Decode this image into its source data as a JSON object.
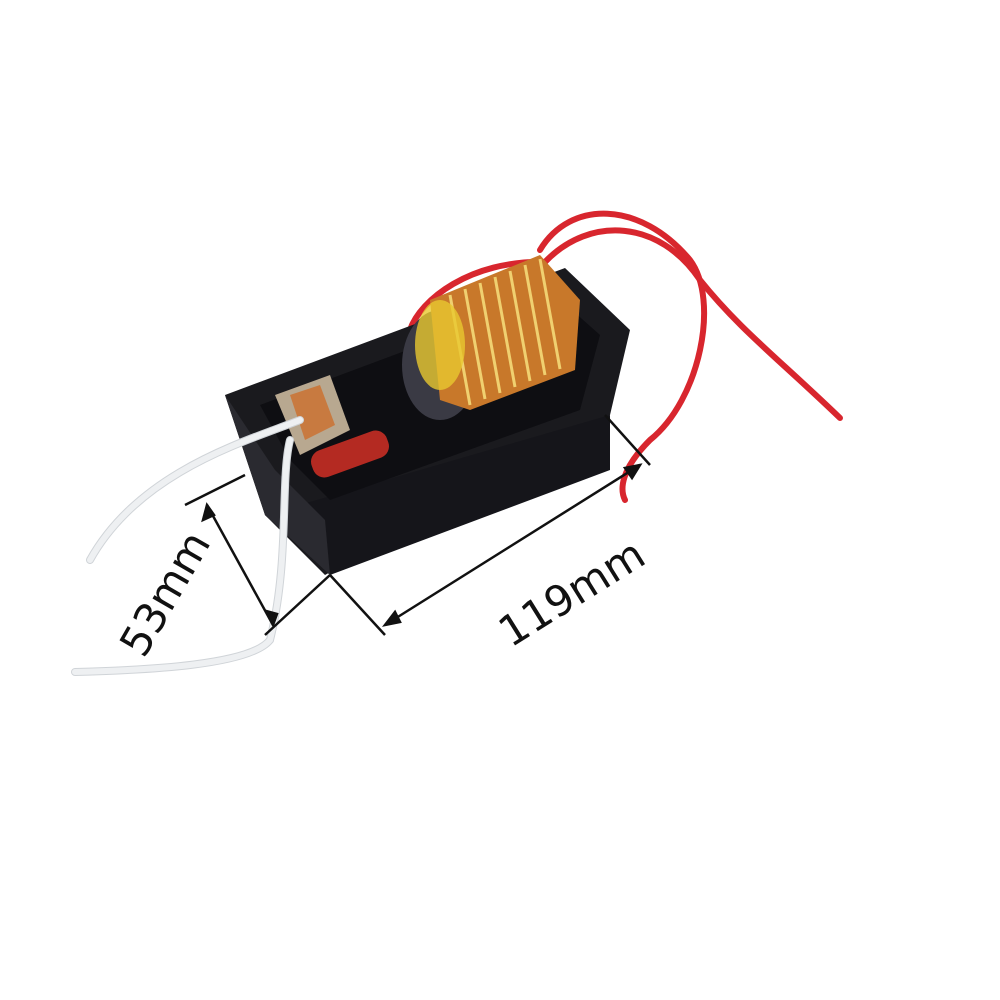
{
  "image": {
    "subject": "high-voltage ignition module in open black plastic enclosure",
    "colors": {
      "background": "#ffffff",
      "enclosure": "#1a1a1e",
      "coil_copper": "#c8782a",
      "coil_tape": "#e8c830",
      "red_wire": "#d8262e",
      "white_wire": "#eef0f2",
      "capacitor": "#b42a22",
      "annotation": "#111111"
    }
  },
  "dimensions": {
    "height_label": "53mm",
    "length_label": "119mm"
  }
}
